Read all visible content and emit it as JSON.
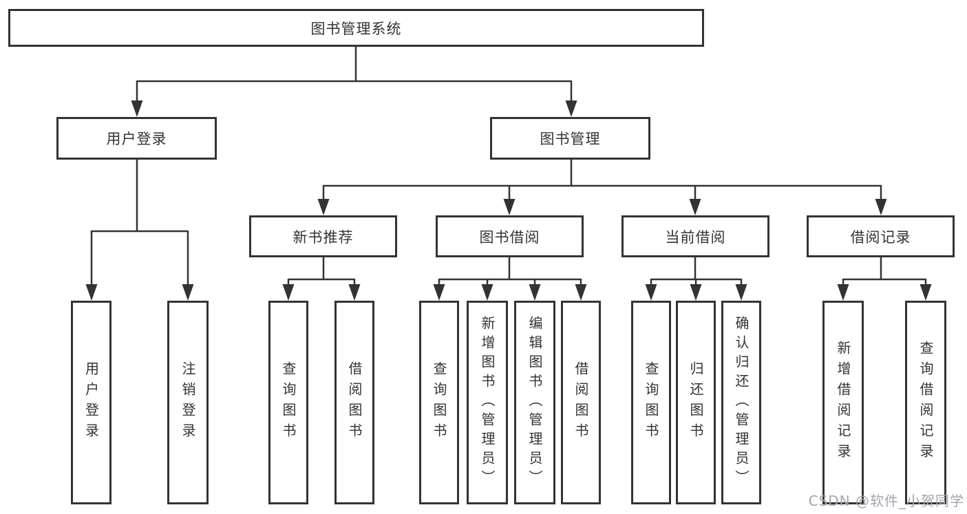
{
  "diagram_title": "图书管理系统",
  "watermark": "CSDN @软件_小贺同学",
  "colors": {
    "line": "#333333",
    "box_border": "#333333",
    "text": "#333333",
    "watermark_text": "#a0a6ae",
    "background": "#ffffff"
  },
  "tree": {
    "root": {
      "label": "图书管理系统"
    },
    "branches": [
      {
        "label": "用户登录",
        "children": [
          {
            "label": "用户登录"
          },
          {
            "label": "注销登录"
          }
        ]
      },
      {
        "label": "图书管理",
        "children": [
          {
            "label": "新书推荐",
            "children": [
              {
                "label": "查询图书"
              },
              {
                "label": "借阅图书"
              }
            ]
          },
          {
            "label": "图书借阅",
            "children": [
              {
                "label": "查询图书"
              },
              {
                "label": "新增图书（管理员）"
              },
              {
                "label": "编辑图书（管理员）"
              },
              {
                "label": "借阅图书"
              }
            ]
          },
          {
            "label": "当前借阅",
            "children": [
              {
                "label": "查询图书"
              },
              {
                "label": "归还图书"
              },
              {
                "label": "确认归还（管理员）"
              }
            ]
          },
          {
            "label": "借阅记录",
            "children": [
              {
                "label": "新增借阅记录"
              },
              {
                "label": "查询借阅记录"
              }
            ]
          }
        ]
      }
    ]
  }
}
